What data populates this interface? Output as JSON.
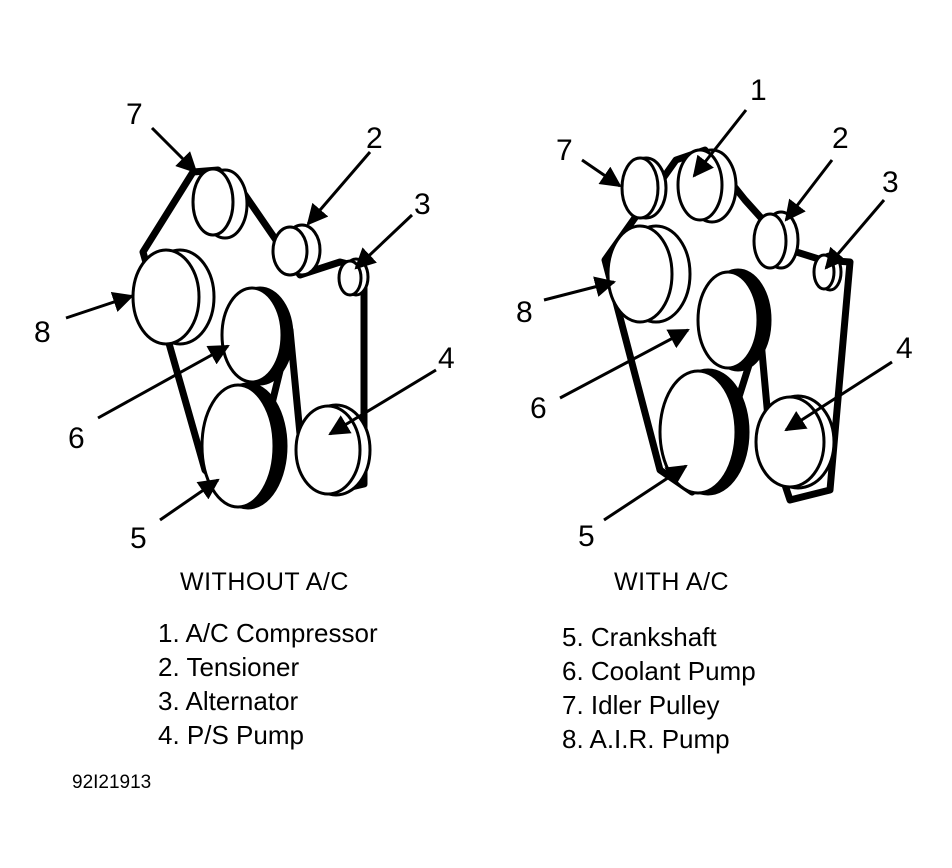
{
  "figure_id": "92I21913",
  "diagrams": [
    {
      "caption": "WITHOUT A/C",
      "callouts": [
        "7",
        "2",
        "3",
        "8",
        "6",
        "4",
        "5"
      ]
    },
    {
      "caption": "WITH A/C",
      "callouts": [
        "1",
        "7",
        "2",
        "3",
        "8",
        "6",
        "4",
        "5"
      ]
    }
  ],
  "legend_left": [
    "1. A/C Compressor",
    "2. Tensioner",
    "3. Alternator",
    "4. P/S Pump"
  ],
  "legend_right": [
    "5. Crankshaft",
    "6. Coolant Pump",
    "7. Idler Pulley",
    "8. A.I.R. Pump"
  ]
}
